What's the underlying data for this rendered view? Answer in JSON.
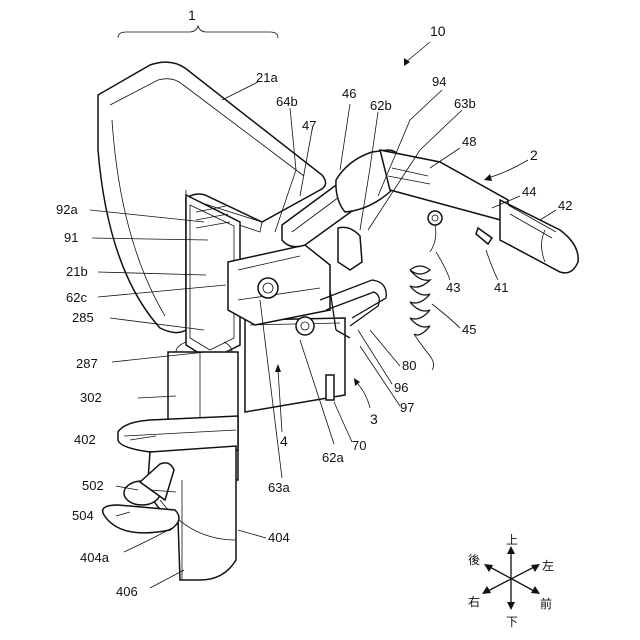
{
  "figure": {
    "labels": {
      "l1": "1",
      "l10": "10",
      "l2": "2",
      "l21a": "21a",
      "l64b": "64b",
      "l46": "46",
      "l94": "94",
      "l62b": "62b",
      "l63b": "63b",
      "l47": "47",
      "l48": "48",
      "l44": "44",
      "l42": "42",
      "l92a": "92a",
      "l91": "91",
      "l21b": "21b",
      "l62c": "62c",
      "l43": "43",
      "l41": "41",
      "l285": "285",
      "l45": "45",
      "l287": "287",
      "l80": "80",
      "l96": "96",
      "l302": "302",
      "l97": "97",
      "l3": "3",
      "l70": "70",
      "l402": "402",
      "l4": "4",
      "l62a": "62a",
      "l63a": "63a",
      "l502": "502",
      "l504": "504",
      "l404": "404",
      "l404a": "404a",
      "l406": "406"
    },
    "directions": {
      "up": "上",
      "down": "下",
      "rear": "後",
      "left": "左",
      "right": "右",
      "front": "前"
    }
  }
}
